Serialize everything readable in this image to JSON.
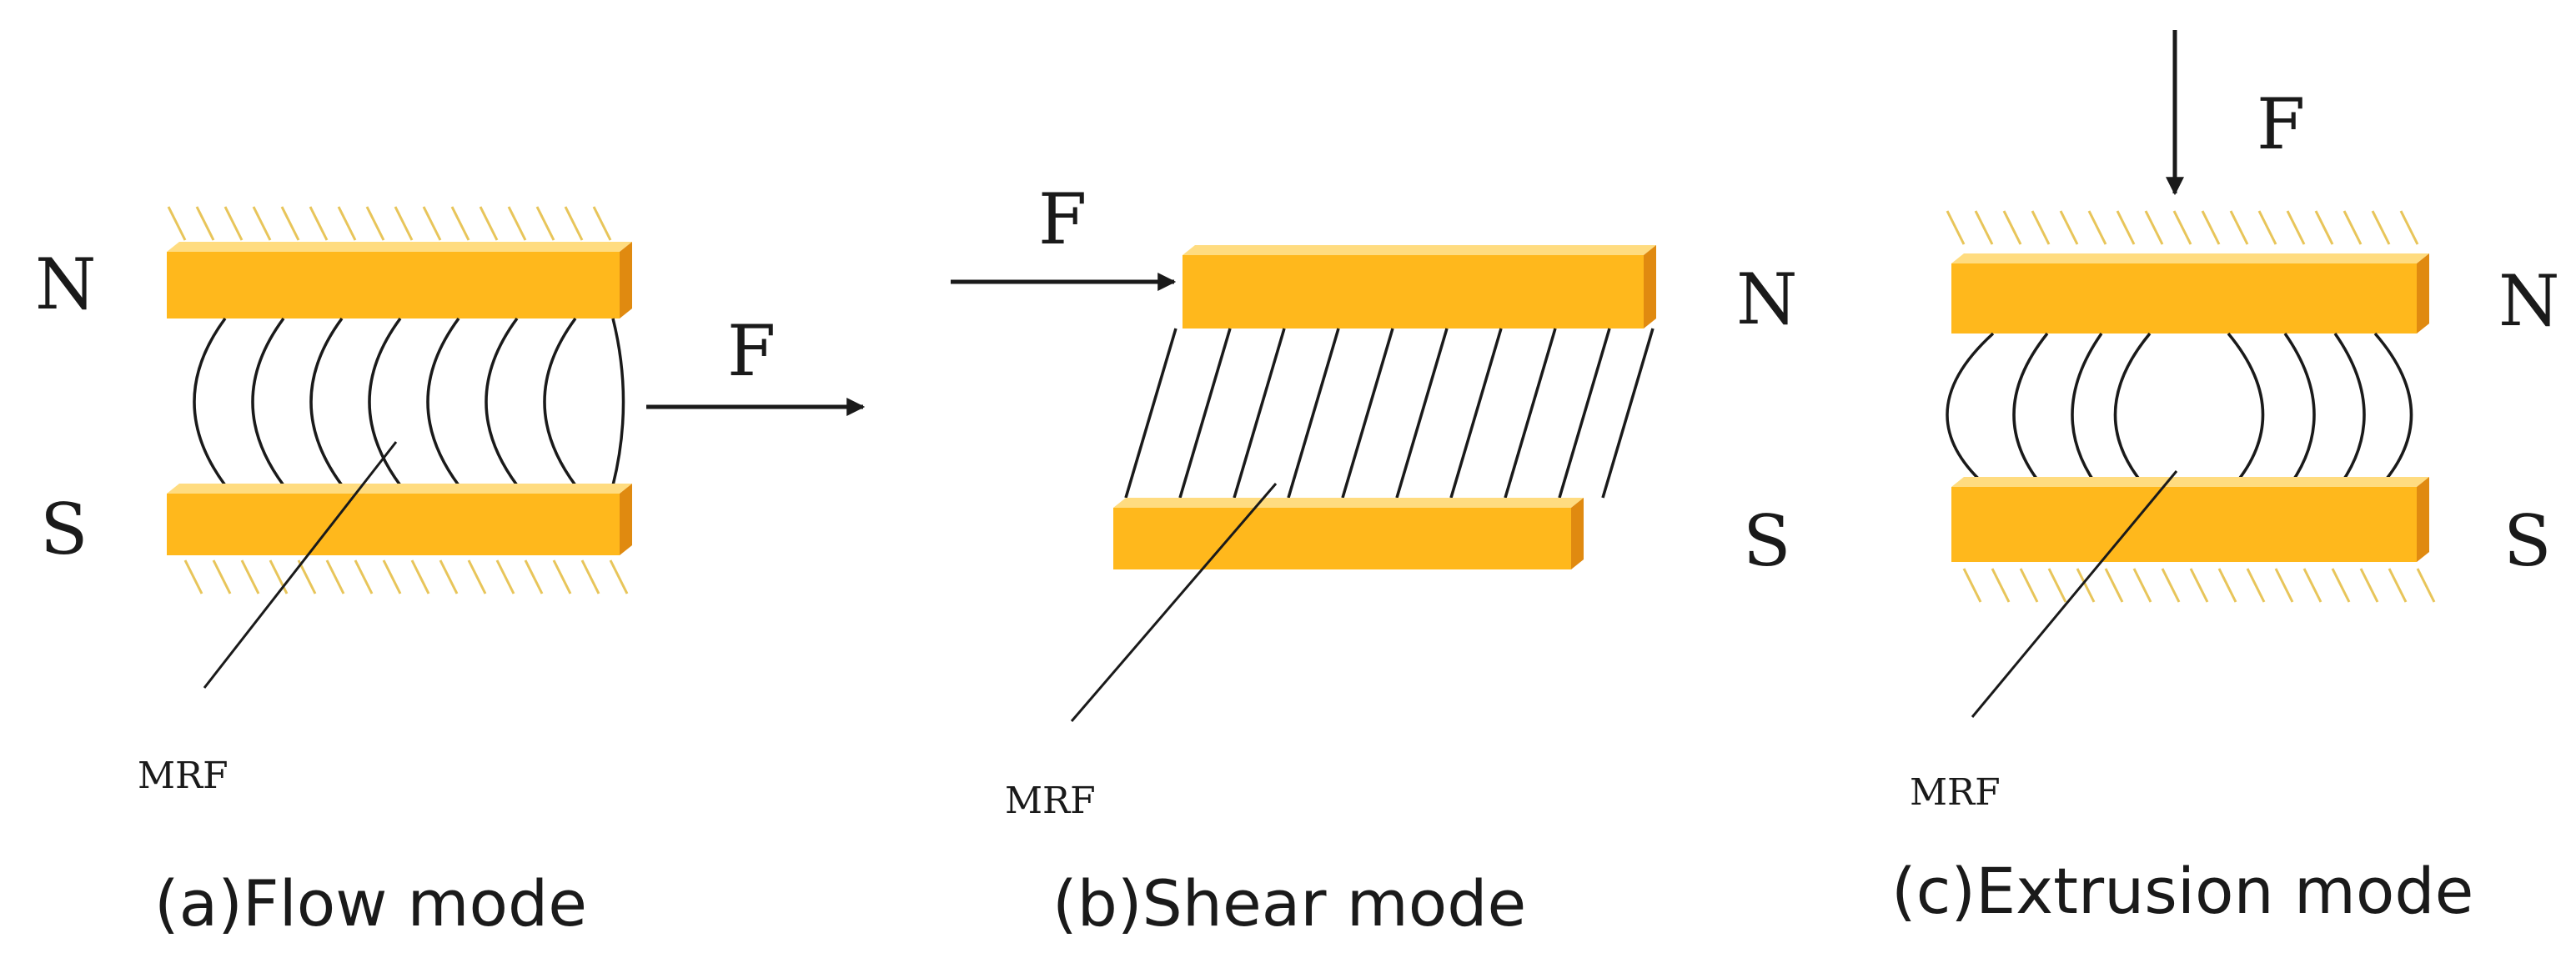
{
  "panels": [
    {
      "id": "a",
      "caption": "(a)Flow mode",
      "top_pole": "N",
      "bottom_pole": "S",
      "force": "F",
      "fluid_label": "MRF"
    },
    {
      "id": "b",
      "caption": "(b)Shear mode",
      "top_pole": "N",
      "bottom_pole": "S",
      "force": "F",
      "fluid_label": "MRF"
    },
    {
      "id": "c",
      "caption": "(c)Extrusion mode",
      "top_pole": "N",
      "bottom_pole": "S",
      "force": "F",
      "fluid_label": "MRF"
    }
  ],
  "colors": {
    "plate_top": "#ffdc80",
    "plate_front": "#ffb81c",
    "plate_side": "#e08a10",
    "hatch": "#e8c55a",
    "ink": "#1a1a1a"
  }
}
